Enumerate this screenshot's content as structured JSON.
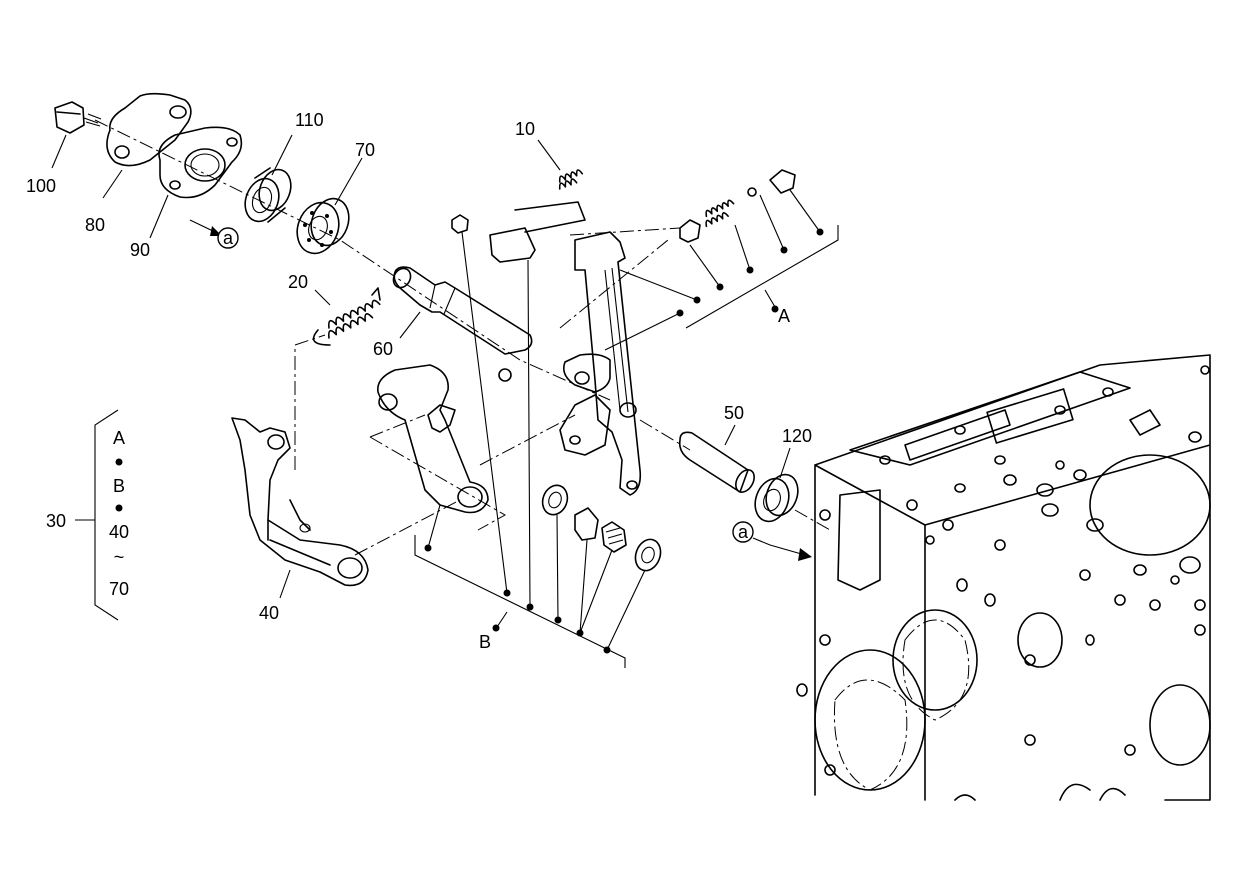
{
  "callouts": {
    "p10": "10",
    "p20": "20",
    "p30": "30",
    "p40": "40",
    "p40b": "40",
    "p50": "50",
    "p60": "60",
    "p70": "70",
    "p70b": "70",
    "p80": "80",
    "p90": "90",
    "p100": "100",
    "p110": "110",
    "p120": "120"
  },
  "group_labels": {
    "a": "A",
    "b": "B",
    "a2": "A",
    "b2": "B"
  },
  "refs": {
    "a1": "a",
    "a2": "a"
  },
  "kit_list": {
    "range_symbol": "~"
  }
}
